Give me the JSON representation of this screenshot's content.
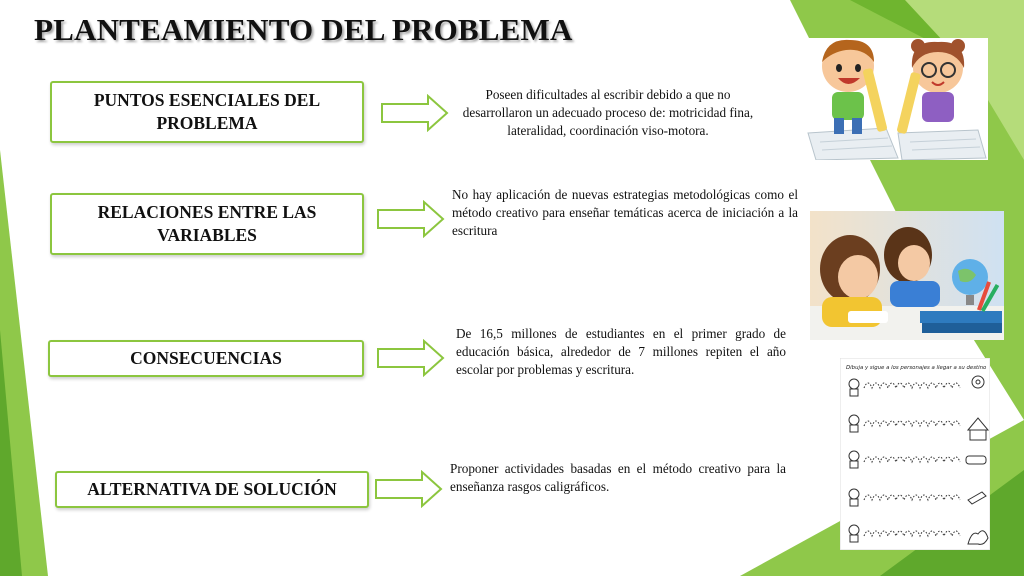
{
  "title": "PLANTEAMIENTO DEL PROBLEMA",
  "rows": [
    {
      "label": "PUNTOS ESENCIALES DEL PROBLEMA",
      "description": "Poseen dificultades al escribir debido a que  no desarrollaron un adecuado proceso de: motricidad fina, lateralidad, coordinación viso-motora."
    },
    {
      "label": "RELACIONES ENTRE LAS VARIABLES",
      "description": "No hay aplicación de nuevas estrategias metodológicas como el método creativo para enseñar temáticas acerca de iniciación a la escritura"
    },
    {
      "label": "CONSECUENCIAS",
      "description": "De 16,5 millones de estudiantes en el primer grado de educación básica, alrededor de 7 millones repiten el año escolar por problemas y escritura."
    },
    {
      "label": "ALTERNATIVA DE SOLUCIÓN",
      "description": "Proponer actividades basadas en el método creativo para la enseñanza rasgos caligráficos."
    }
  ],
  "worksheet_caption": "Dibuja y sigue a los personajes a llegar a su destino",
  "colors": {
    "accent_green": "#8cc63f",
    "dark_green": "#5fa82c",
    "light_green": "#c8e59a"
  }
}
